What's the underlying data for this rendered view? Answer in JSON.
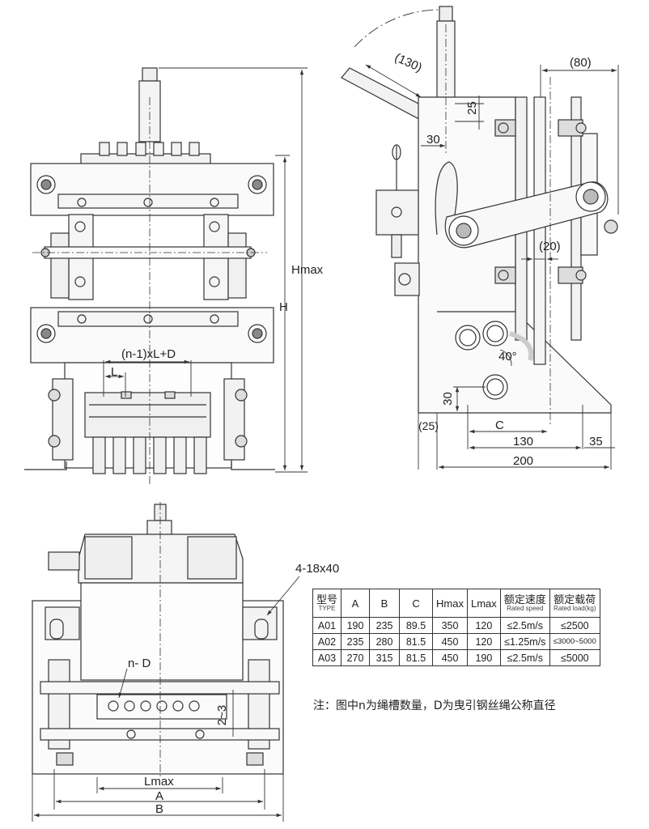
{
  "front_view": {
    "labels": {
      "n1_formula": "(n-1)xL+D",
      "l": "L",
      "hmax": "Hmax",
      "h": "H"
    }
  },
  "side_view": {
    "labels": {
      "d130": "(130)",
      "d80": "(80)",
      "d25_top": "25",
      "d30_top": "30",
      "d20": "(20)",
      "a40": "40°",
      "d30_side": "30",
      "d25_side": "(25)",
      "c": "C",
      "d130_bottom": "130",
      "d35": "35",
      "d200": "200"
    }
  },
  "bottom_view": {
    "labels": {
      "slot": "4-18x40",
      "nd": "n- D",
      "gap": "2~3",
      "lmax": "Lmax",
      "a": "A",
      "b": "B"
    }
  },
  "spec_table": {
    "headers": [
      {
        "main": "型号",
        "sub": "TYPE"
      },
      {
        "main": "A",
        "sub": ""
      },
      {
        "main": "B",
        "sub": ""
      },
      {
        "main": "C",
        "sub": ""
      },
      {
        "main": "Hmax",
        "sub": ""
      },
      {
        "main": "Lmax",
        "sub": ""
      },
      {
        "main": "额定速度",
        "sub": "Rated speed"
      },
      {
        "main": "额定载荷",
        "sub": "Rated load(kg)"
      }
    ],
    "rows": [
      [
        "A01",
        "190",
        "235",
        "89.5",
        "350",
        "120",
        "≤2.5m/s",
        "≤2500"
      ],
      [
        "A02",
        "235",
        "280",
        "81.5",
        "450",
        "120",
        "≤1.25m/s",
        "≤3000~5000"
      ],
      [
        "A03",
        "270",
        "315",
        "81.5",
        "450",
        "190",
        "≤2.5m/s",
        "≤5000"
      ]
    ]
  },
  "note": "注：图中n为绳槽数量，D为曳引钢丝绳公称直径"
}
